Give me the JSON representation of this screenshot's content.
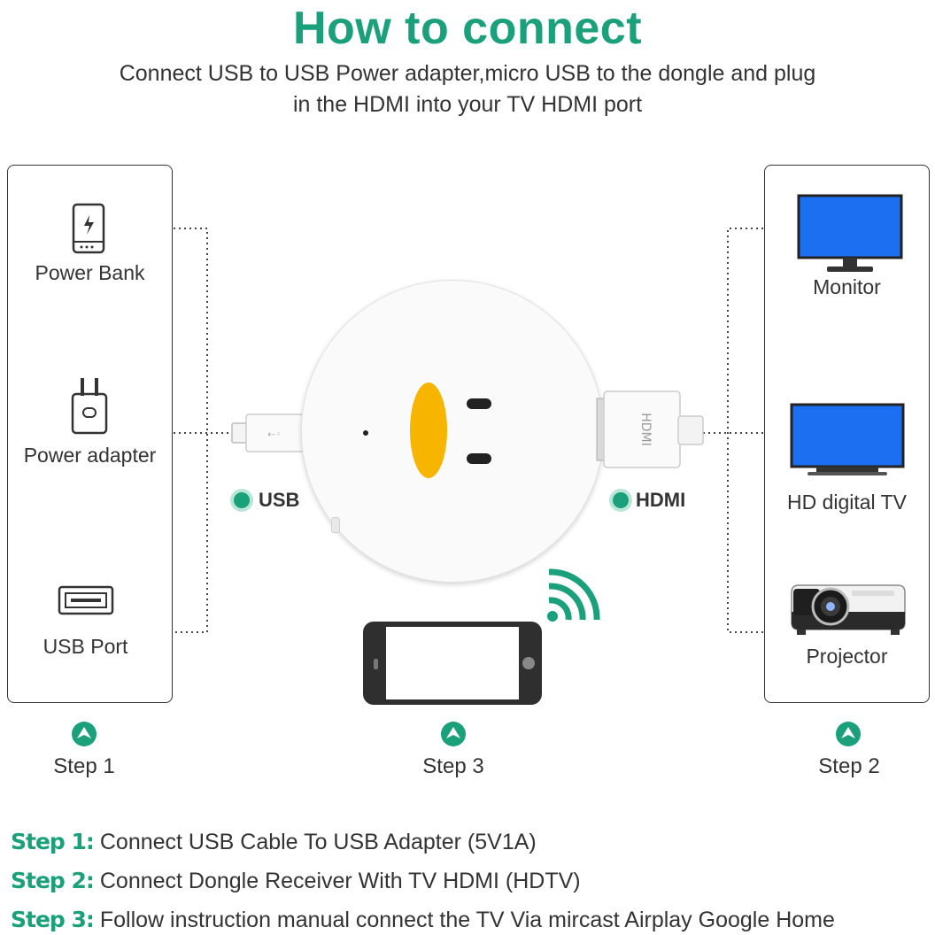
{
  "title": "How to connect",
  "subtitle_line1": "Connect USB to USB Power adapter,micro USB to the dongle and plug",
  "subtitle_line2": "in the HDMI into your TV HDMI port",
  "left_panel": {
    "items": [
      {
        "label": "Power Bank",
        "icon": "power-bank-icon"
      },
      {
        "label": "Power adapter",
        "icon": "power-adapter-icon"
      },
      {
        "label": "USB Port",
        "icon": "usb-port-icon"
      }
    ]
  },
  "right_panel": {
    "items": [
      {
        "label": "Monitor",
        "icon": "monitor-icon"
      },
      {
        "label": "HD digital TV",
        "icon": "tv-icon"
      },
      {
        "label": "Projector",
        "icon": "projector-icon"
      }
    ]
  },
  "ports": {
    "usb": "USB",
    "hdmi": "HDMI",
    "hdmi_plug_text": "HDMI"
  },
  "steps": {
    "step1": "Step 1",
    "step3": "Step 3",
    "step2": "Step 2"
  },
  "instructions": [
    {
      "key": "Step 1",
      "sep": ":",
      "text": "Connect USB Cable To USB Adapter (5V1A)"
    },
    {
      "key": "Step 2",
      "sep": ":",
      "text": "Connect Dongle Receiver With TV HDMI (HDTV)"
    },
    {
      "key": "Step 3",
      "sep": ":",
      "text": "Follow instruction manual connect the TV Via mircast Airplay Google Home"
    }
  ],
  "colors": {
    "accent": "#1aa07a",
    "screen_blue": "#1d6ff2",
    "dongle_button": "#f7b500"
  }
}
